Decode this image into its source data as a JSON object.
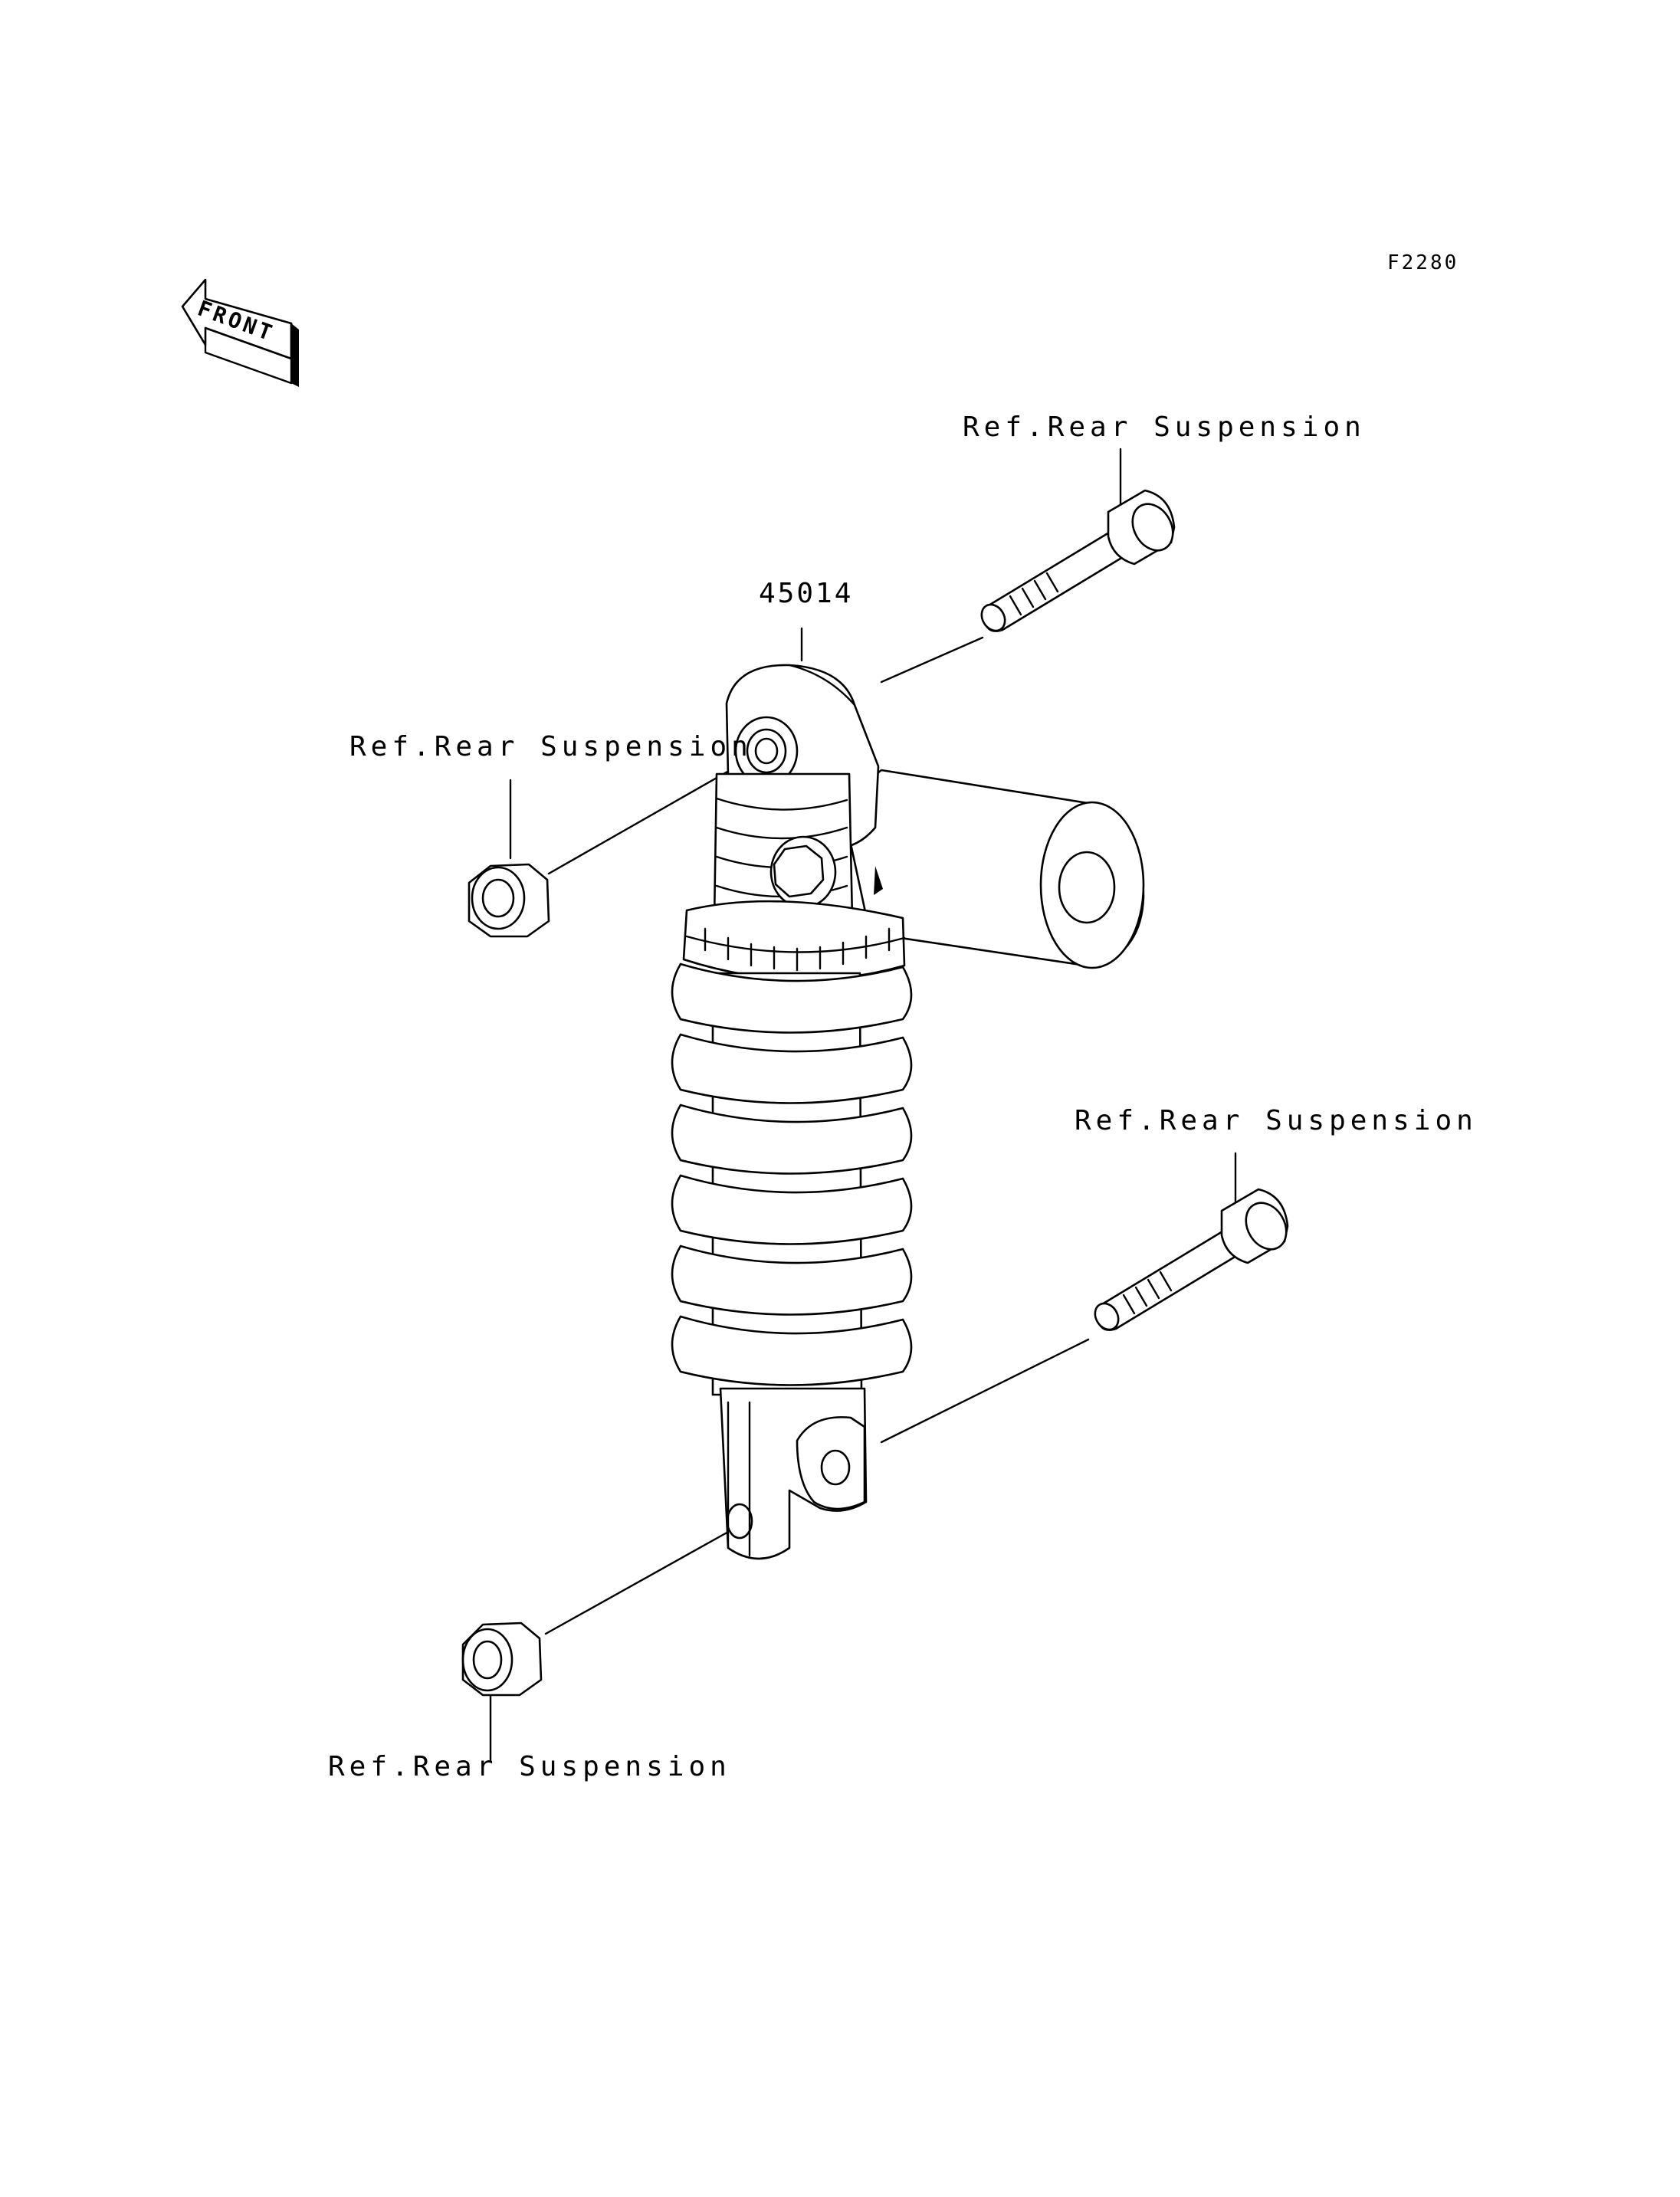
{
  "figure_id": "F2280",
  "front_badge": "FRONT",
  "callouts": {
    "shock_part_number": "45014",
    "ref_top_bolt": "Ref.Rear Suspension",
    "ref_top_collar": "Ref.Rear Suspension",
    "ref_bottom_bolt": "Ref.Rear Suspension",
    "ref_bottom_collar": "Ref.Rear Suspension"
  }
}
